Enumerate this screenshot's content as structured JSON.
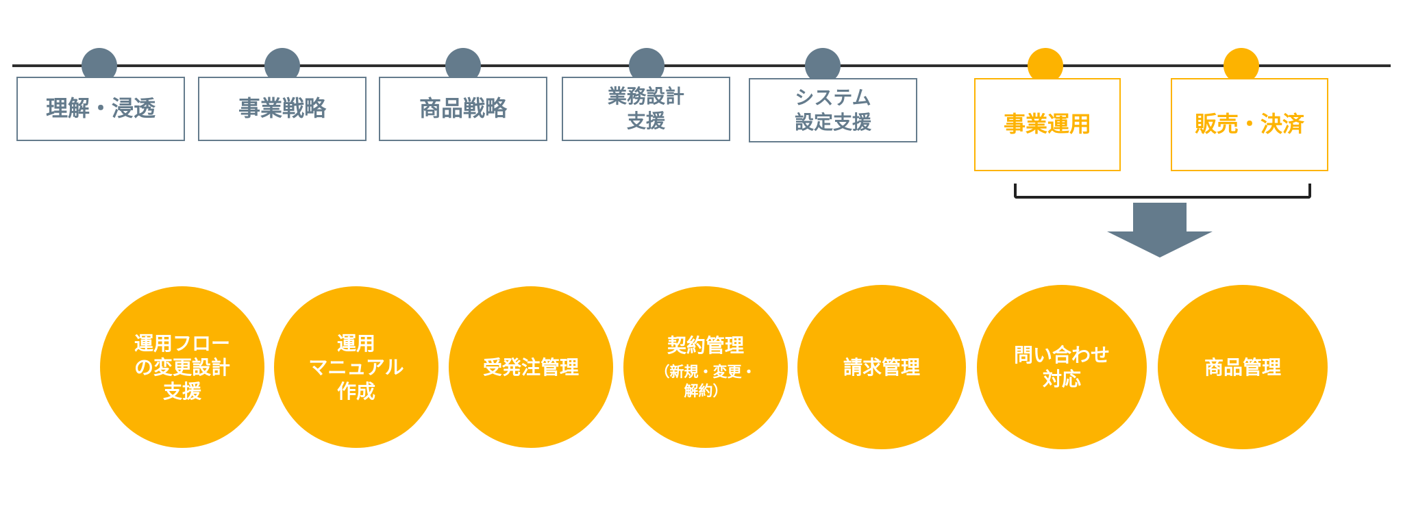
{
  "colors": {
    "inactive": "#647b8c",
    "active": "#fdb300",
    "line": "#2e2e2e"
  },
  "phases": [
    {
      "label": "理解・浸透",
      "state": "inactive"
    },
    {
      "label": "事業戦略",
      "state": "inactive"
    },
    {
      "label": "商品戦略",
      "state": "inactive"
    },
    {
      "label": "業務設計\n支援",
      "state": "inactive"
    },
    {
      "label": "システム\n設定支援",
      "state": "inactive"
    },
    {
      "label": "事業運用",
      "state": "active"
    },
    {
      "label": "販売・決済",
      "state": "active"
    }
  ],
  "arrow_icon": "down-arrow-icon",
  "tasks": [
    {
      "label": "運用フロー\nの変更設計\n支援"
    },
    {
      "label": "運用\nマニュアル\n作成"
    },
    {
      "label": "受発注管理"
    },
    {
      "label": "契約管理",
      "sub": "（新規・変更・\n解約）"
    },
    {
      "label": "請求管理"
    },
    {
      "label": "問い合わせ\n対応"
    },
    {
      "label": "商品管理"
    }
  ]
}
